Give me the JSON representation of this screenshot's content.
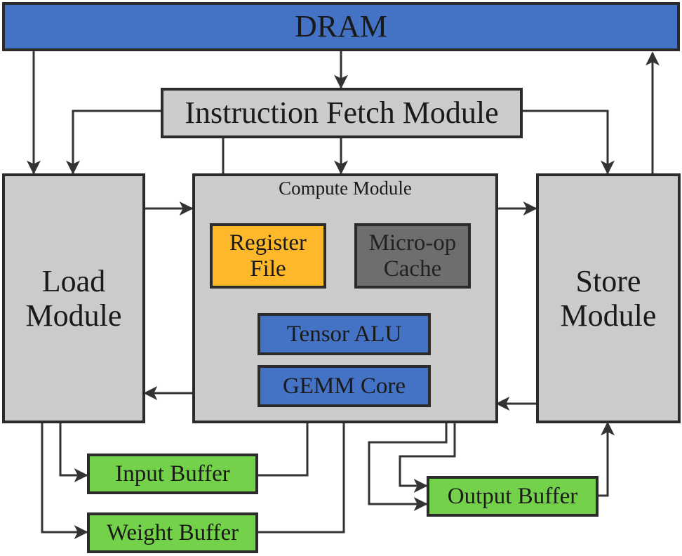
{
  "blocks": {
    "dram": "DRAM",
    "fetch": "Instruction Fetch Module",
    "load": "Load\nModule",
    "compute": "Compute Module",
    "store": "Store\nModule",
    "register_file": "Register\nFile",
    "microop_cache": "Micro-op\nCache",
    "tensor_alu": "Tensor ALU",
    "gemm_core": "GEMM Core",
    "input_buffer": "Input Buffer",
    "weight_buffer": "Weight Buffer",
    "output_buffer": "Output Buffer"
  },
  "colors": {
    "memory": "#4472c4",
    "module": "#cbcbcb",
    "register_file": "#fdb92b",
    "microop_cache": "#6e6e6e",
    "compute_unit": "#4472c4",
    "buffer": "#74d24a",
    "wire": "#333333"
  }
}
